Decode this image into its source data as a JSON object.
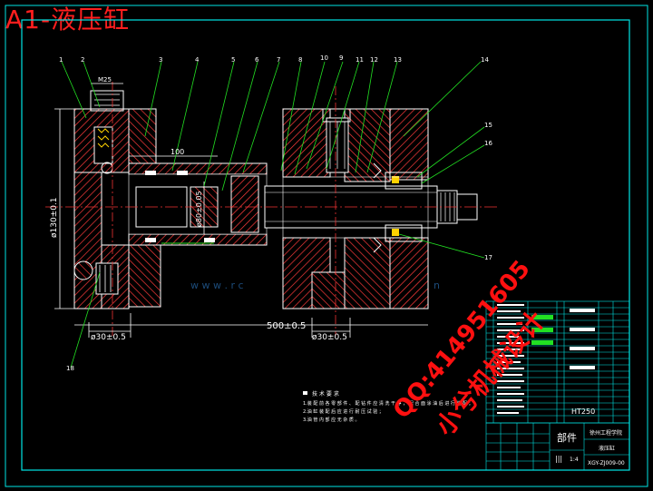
{
  "drawing": {
    "title": "A1-液压缸",
    "part_balloons": [
      "1",
      "2",
      "3",
      "4",
      "5",
      "6",
      "7",
      "8",
      "9",
      "10",
      "11",
      "12",
      "13",
      "14",
      "15",
      "16",
      "17",
      "18"
    ],
    "dimensions": {
      "bore_dia": "ø130±0.1",
      "width_100": "100",
      "rod_dia": "ø80±0.05",
      "left_port": "ø30±0.5",
      "right_port": "ø30±0.5",
      "overall_length": "500±0.5",
      "top_thread": "M25"
    },
    "watermark_url": "w w w . r c",
    "watermark_url_tail": "n",
    "watermark_qq": "QQ:414951605",
    "watermark_name": "小兮机械设计",
    "notes": {
      "heading": "技 术 要 求",
      "lines": [
        "1.装 配 前 各 零 部 件 、 配 钻 件 应 清 洗 干 净 ， 配 合 面 涂 油 后 进 行 装 配 ；",
        "2.油 缸 装 配 后 应 进 行 耐 压 试 验 ；",
        "3.油 管 内 部 应 无 杂 质 。"
      ]
    },
    "title_block": {
      "institution": "徐州工程学院",
      "assembly_label": "部件",
      "drawing_name": "液压缸",
      "scale": "1:4",
      "sheet_marks": "|||",
      "drawing_no": "XGY-ZJ009-00",
      "material": "HT250"
    }
  },
  "colors": {
    "background": "#000000",
    "frame": "#00e5e5",
    "outline": "#ffffff",
    "hatch": "#ff3b3b",
    "leader": "#22e022",
    "centerline": "#e33",
    "seal": "#ffd200",
    "dimension": "#ffffff"
  }
}
